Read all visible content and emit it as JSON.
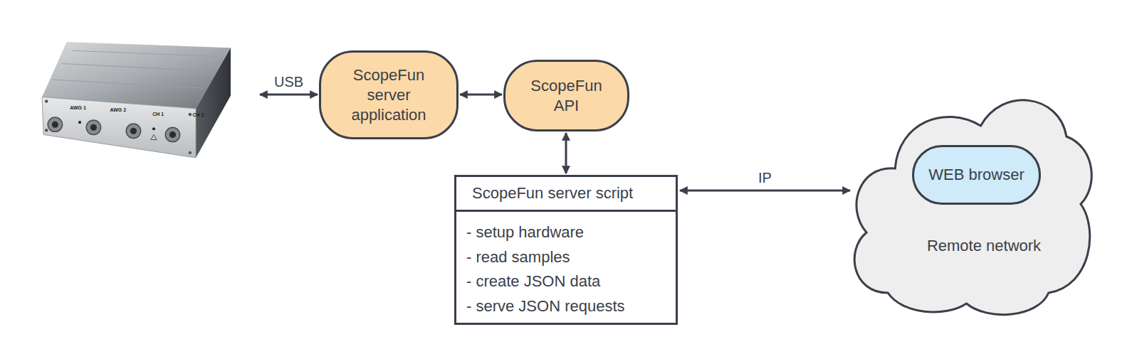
{
  "diagram": {
    "nodes": [
      {
        "text": [
          "AWG 1",
          "AWG 2",
          "CH 1",
          "CH 2"
        ]
      },
      {
        "text": [
          "ScopeFun server application"
        ]
      },
      {
        "text": [
          "ScopeFun API"
        ]
      },
      {
        "text": [
          "ScopeFun server script",
          "- setup hardware",
          "- read samples",
          "- create JSON data",
          "- serve JSON requests"
        ]
      },
      {
        "text": [
          "Remote network"
        ]
      },
      {
        "text": [
          "WEB browser"
        ],
        "in": 4
      }
    ],
    "edges": [
      {
        "from": 0,
        "to": 1,
        "label": "USB",
        "arrow": "both"
      },
      {
        "from": 1,
        "to": 2,
        "arrow": "both"
      },
      {
        "from": 2,
        "to": 3,
        "arrow": "both"
      },
      {
        "from": 3,
        "to": 4,
        "label": "IP",
        "arrow": "both"
      }
    ]
  }
}
